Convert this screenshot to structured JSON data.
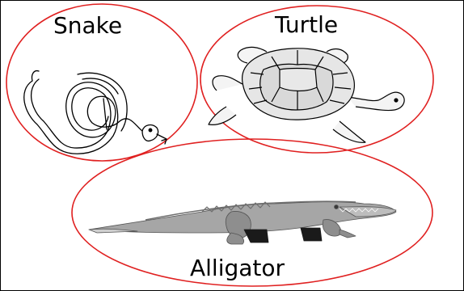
{
  "labels": {
    "snake": "Snake",
    "turtle": "Turtle",
    "alligator": "Alligator"
  },
  "colors": {
    "ellipse_stroke": "#e02020",
    "outline": "#000000",
    "turtle_shell": "#e6e6e6",
    "gator_body": "#a6a6a6",
    "gator_dark": "#6e6e6e",
    "gator_light": "#cfcfcf"
  },
  "icons": [
    "snake-illustration",
    "turtle-illustration",
    "alligator-illustration"
  ]
}
